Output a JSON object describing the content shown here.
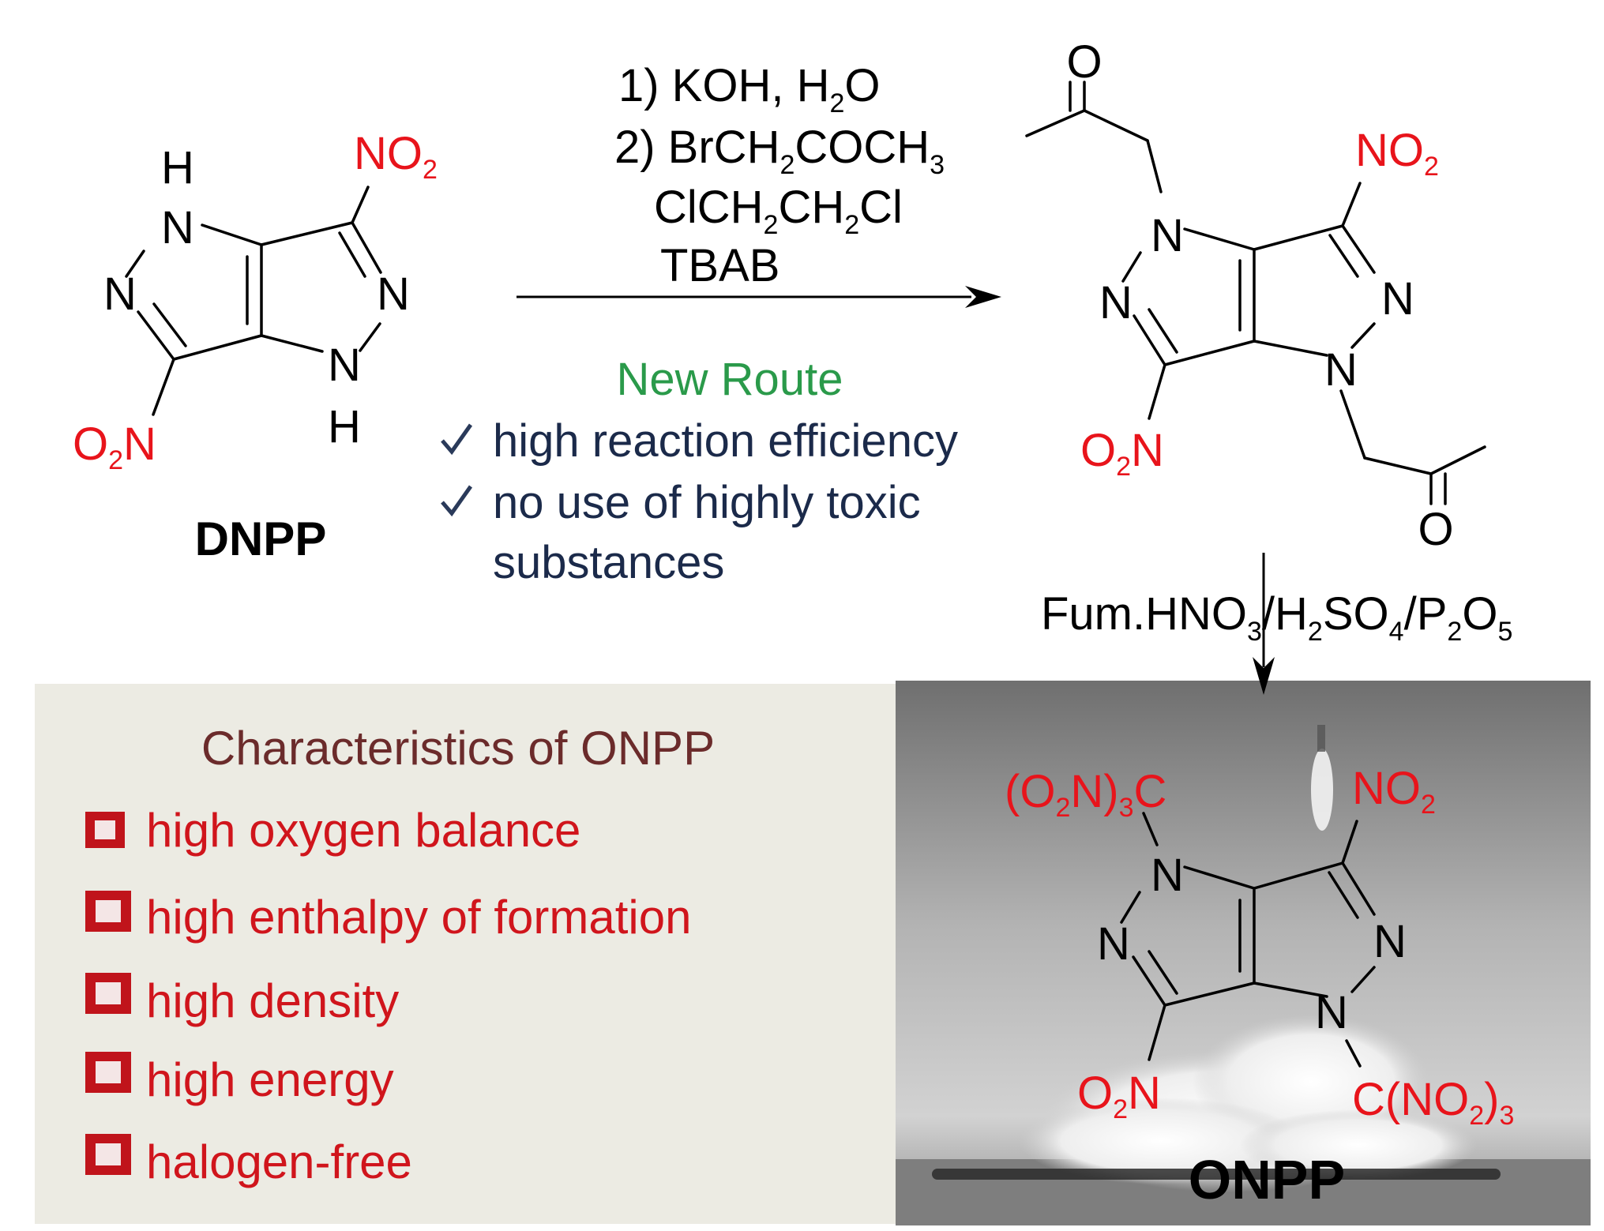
{
  "reactant": {
    "name": "DNPP",
    "atoms": {
      "H": "H",
      "N": "N",
      "NO2_main": "NO",
      "NO2_sub": "2",
      "O2N_a": "O",
      "O2N_sub": "2",
      "O2N_b": "N"
    }
  },
  "conditions": {
    "step1": {
      "pre": "1) KOH, H",
      "sub": "2",
      "post": "O"
    },
    "step2": {
      "pre": "2) BrCH",
      "sub1": "2",
      "mid": "COCH",
      "sub2": "3"
    },
    "solvent": {
      "pre": "ClCH",
      "sub1": "2",
      "mid": "CH",
      "sub2": "2",
      "post": "Cl"
    },
    "catalyst": "TBAB"
  },
  "new_route": {
    "title": "New Route",
    "items": [
      "high reaction efficiency",
      "no use of highly toxic",
      "substances"
    ]
  },
  "intermediate": {
    "carbonyl_O": "O"
  },
  "nitration": {
    "parts": [
      "Fum.HNO",
      "3",
      "/H",
      "2",
      "SO",
      "4",
      "/P",
      "2",
      "O",
      "5"
    ]
  },
  "characteristics": {
    "title": "Characteristics of ONPP",
    "items": [
      "high oxygen balance",
      "high enthalpy of formation",
      "high density",
      "high energy",
      "halogen-free"
    ]
  },
  "product": {
    "name": "ONPP",
    "groups": {
      "tnm_top": [
        "(O",
        "2",
        "N)",
        "3",
        "C"
      ],
      "tnm_bottom": [
        "C(NO",
        "2",
        ")",
        "3"
      ]
    }
  },
  "colors": {
    "nitro": "#e8141b",
    "new_route": "#2a9a4a",
    "route_text": "#1b2a4a",
    "panel_bg": "#ecebe3",
    "panel_title": "#6b2b2b",
    "bullet": "#c0141b"
  }
}
